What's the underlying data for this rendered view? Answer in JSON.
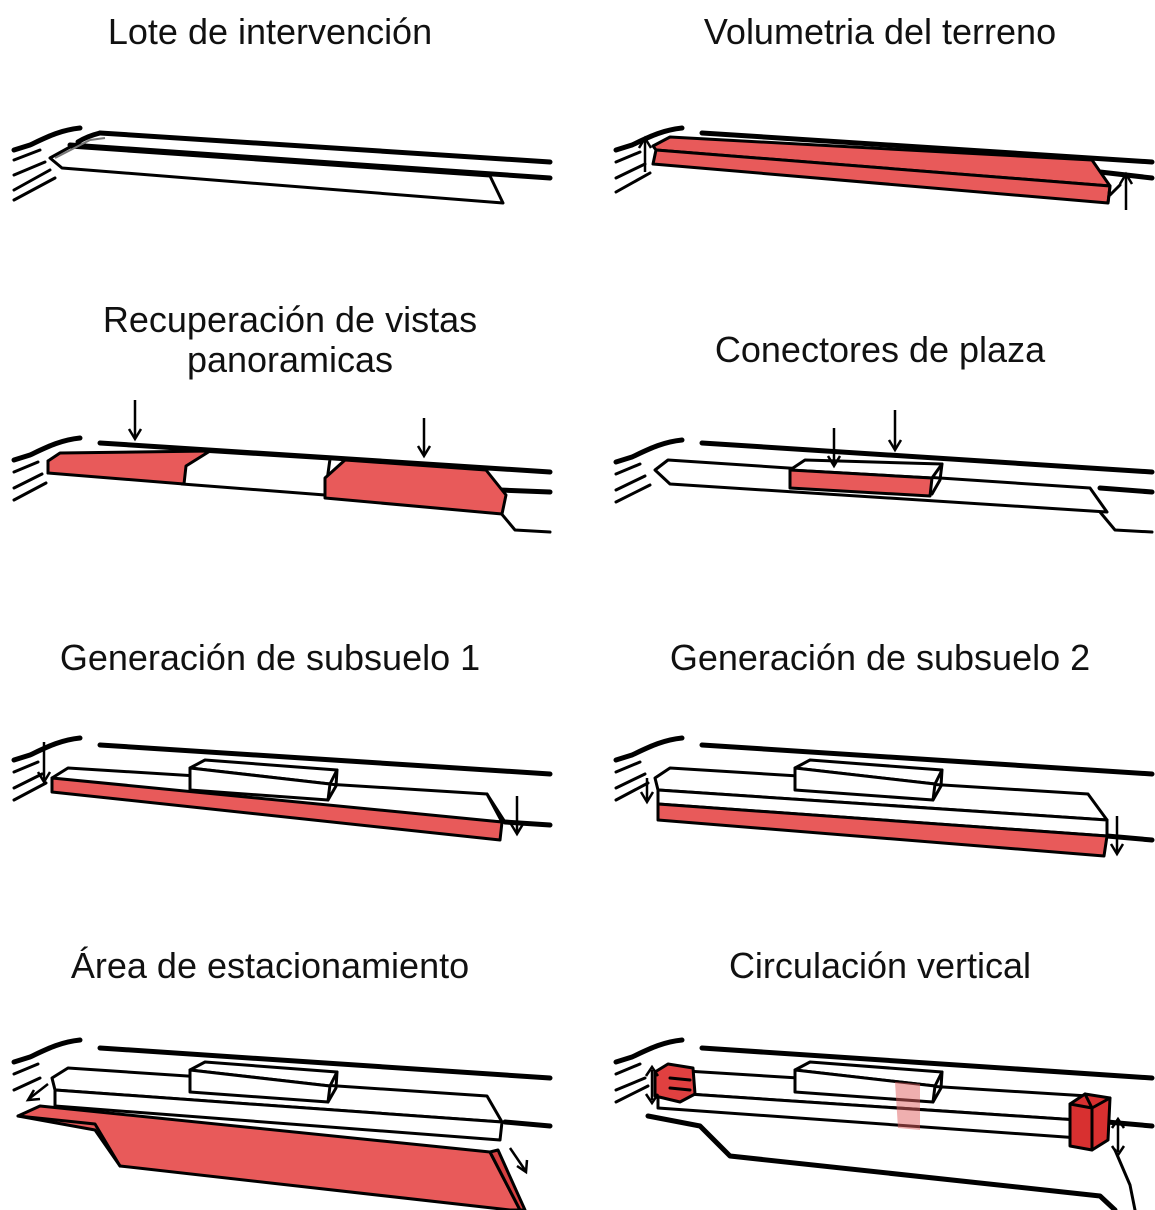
{
  "colors": {
    "accent": "#e85a5a",
    "accent_dark": "#d62a2a",
    "line": "#000000"
  },
  "panels": [
    {
      "id": "lote",
      "title": "Lote de intervención"
    },
    {
      "id": "volumetria",
      "title": "Volumetria del terreno"
    },
    {
      "id": "vistas",
      "title": "Recuperación de vistas panoramicas"
    },
    {
      "id": "conectores",
      "title": "Conectores de plaza"
    },
    {
      "id": "subsuelo1",
      "title": "Generación de subsuelo 1"
    },
    {
      "id": "subsuelo2",
      "title": "Generación de subsuelo 2"
    },
    {
      "id": "estacionamiento",
      "title": "Área de estacionamiento"
    },
    {
      "id": "circulacion",
      "title": "Circulación vertical"
    }
  ]
}
